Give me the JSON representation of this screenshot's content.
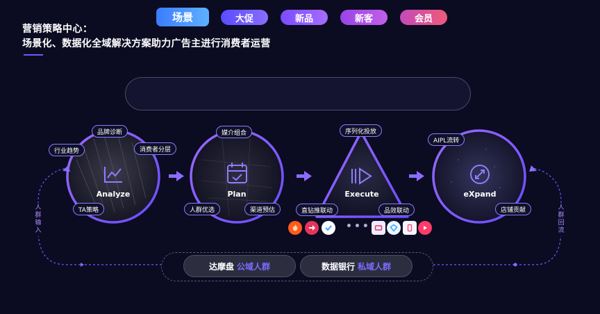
{
  "header": {
    "title": "营销策略中心：",
    "subtitle": "场景化、数据化全域解决方案助力广告主进行消费者运营"
  },
  "scenes": [
    {
      "label": "场景",
      "color": "#3b8cff"
    },
    {
      "label": "大促",
      "color": "#6a5cff"
    },
    {
      "label": "新品",
      "color": "#8a5cff"
    },
    {
      "label": "新客",
      "color": "#b05cdf"
    },
    {
      "label": "会员",
      "color": "#df4f8f"
    }
  ],
  "stages": {
    "analyze": {
      "label": "Analyze",
      "icon": "line-chart-icon"
    },
    "plan": {
      "label": "Plan",
      "icon": "calendar-check-icon"
    },
    "execute": {
      "label": "Execute",
      "icon": "play-bars-icon"
    },
    "expand": {
      "label": "eXpand",
      "icon": "expand-arrows-icon"
    }
  },
  "tags": {
    "brand_diagnosis": "品牌诊断",
    "industry_trend": "行业趋势",
    "consumer_segment": "消费者分层",
    "ta_strategy": "TA策略",
    "media_mix": "媒介组合",
    "crowd_select": "人群优选",
    "channel_forecast": "渠道预估",
    "sequenced_delivery": "序列化投放",
    "direct_linkage": "直钻推联动",
    "brand_effect_linkage": "品效联动",
    "aipl_flow": "AIPL流转",
    "store_contribution": "店铺贡献"
  },
  "side_labels": {
    "left": "人群输入",
    "right": "人群回流"
  },
  "data_sources": [
    {
      "name": "达摩盘",
      "highlight": "公域人群"
    },
    {
      "name": "数据银行",
      "highlight": "私域人群"
    }
  ],
  "app_icons": [
    {
      "icon": "fire-app-icon",
      "color": "#ff5a1f"
    },
    {
      "icon": "arrow-app-icon",
      "color": "#e8345a"
    },
    {
      "icon": "check-app-icon",
      "color": "#3fa0ff"
    },
    {
      "icon": "tv-app-icon",
      "color": "#f0ecff"
    },
    {
      "icon": "diamond-app-icon",
      "color": "#eaf6ff"
    },
    {
      "icon": "phone-app-icon",
      "color": "#f5f5ff"
    },
    {
      "icon": "video-app-icon",
      "color": "#ff3b6a"
    }
  ],
  "ellipsis": "•••"
}
